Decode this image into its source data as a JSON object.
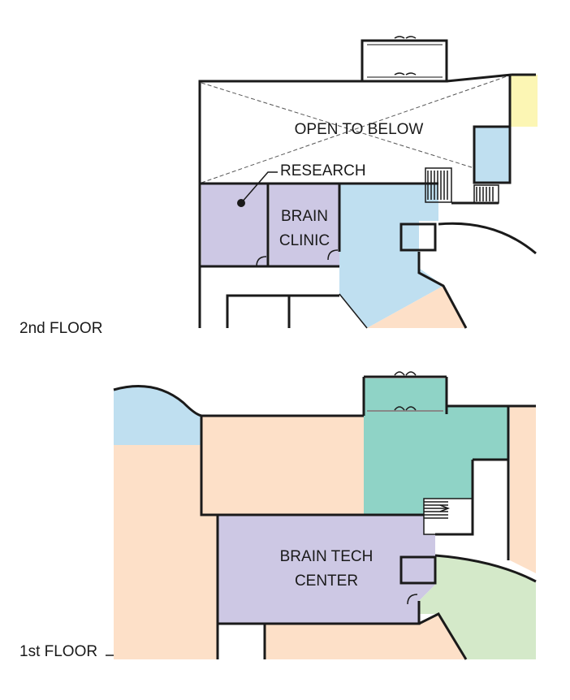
{
  "floors": [
    {
      "label": "2nd FLOOR",
      "rooms": {
        "open_to_below": "OPEN TO BELOW",
        "research": "RESEARCH",
        "brain_clinic_line1": "BRAIN",
        "brain_clinic_line2": "CLINIC"
      }
    },
    {
      "label": "1st FLOOR",
      "rooms": {
        "brain_tech_line1": "BRAIN TECH",
        "brain_tech_line2": "CENTER"
      }
    }
  ],
  "colors": {
    "research_lab": "#cdc8e4",
    "brain_clinic": "#cdc8e4",
    "brain_tech_center": "#cdc8e4",
    "circulation_blue": "#bfdff0",
    "core_yellow": "#fcf6b4",
    "general_peach": "#fde0c8",
    "lobby_teal": "#8fd3c6",
    "courtyard_green": "#d4e9c9",
    "wall": "#1a1a1a"
  }
}
